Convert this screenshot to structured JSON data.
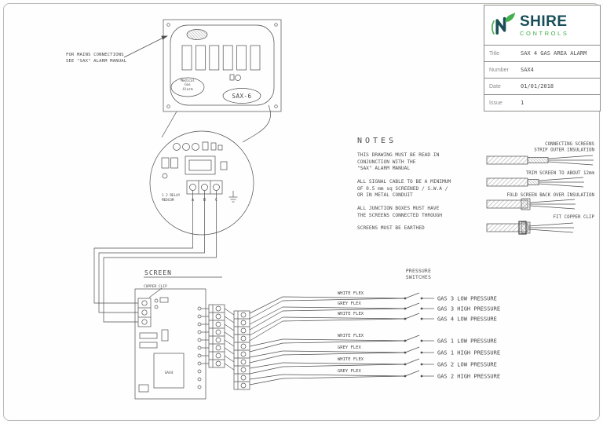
{
  "title_block": {
    "brand": {
      "name": "SHIRE",
      "sub": "CONTROLS"
    },
    "rows": [
      {
        "label": "Title",
        "value": "SAX 4 GAS AREA ALARM"
      },
      {
        "label": "Number",
        "value": "SAX4"
      },
      {
        "label": "Date",
        "value": "01/01/2018"
      },
      {
        "label": "Issue",
        "value": "1"
      }
    ]
  },
  "labels": {
    "mains_note": "FOR MAINS CONNECTIONS\nSEE \"SAX\" ALARM MANUAL",
    "screen": "SCREEN",
    "copper_clip": "COPPER CLIP",
    "pressure_switches": "PRESSURE\nSWITCHES"
  },
  "panel": {
    "model": "SAX-6",
    "oval_text": "Medical\nGas\nAlarm"
  },
  "detail": {
    "relay_line1": "1 2 RELAY",
    "relay_line2": "MEDCOM",
    "terminals": [
      "A",
      "B",
      "C"
    ]
  },
  "pcb": {
    "chip_label": "SAX4"
  },
  "notes": {
    "heading": "NOTES",
    "paragraphs": [
      "THIS DRAWING MUST BE READ IN\nCONJUNCTION WITH THE\n\"SAX\" ALARM MANUAL",
      "ALL SIGNAL CABLE TO BE A MINIMUM\nOF 0.5 mm sq SCREENED / S.W.A /\nOR IN METAL CONDUIT",
      "ALL JUNCTION BOXES MUST HAVE\nTHE SCREENS CONNECTED THROUGH",
      "SCREENS MUST BE EARTHED"
    ]
  },
  "connecting_screens": {
    "heading": "CONNECTING SCREENS",
    "steps": [
      "STRIP OUTER INSULATION",
      "TRIM SCREEN TO ABOUT 12mm",
      "FOLD SCREEN BACK OVER INSULATION",
      "FIT COPPER CLIP"
    ]
  },
  "wiring": {
    "rows": [
      {
        "flex": "WHITE FLEX",
        "gas": "GAS 3 LOW PRESSURE"
      },
      {
        "flex": "GREY FLEX",
        "gas": "GAS 3 HIGH PRESSURE"
      },
      {
        "flex": "WHITE FLEX",
        "gas": "GAS 4 LOW PRESSURE"
      },
      {
        "flex": "WHITE FLEX",
        "gas": "GAS 1 LOW PRESSURE"
      },
      {
        "flex": "GREY FLEX",
        "gas": "GAS 1 HIGH PRESSURE"
      },
      {
        "flex": "WHITE FLEX",
        "gas": "GAS 2 LOW PRESSURE"
      },
      {
        "flex": "GREY FLEX",
        "gas": "GAS 2 HIGH PRESSURE"
      }
    ]
  }
}
